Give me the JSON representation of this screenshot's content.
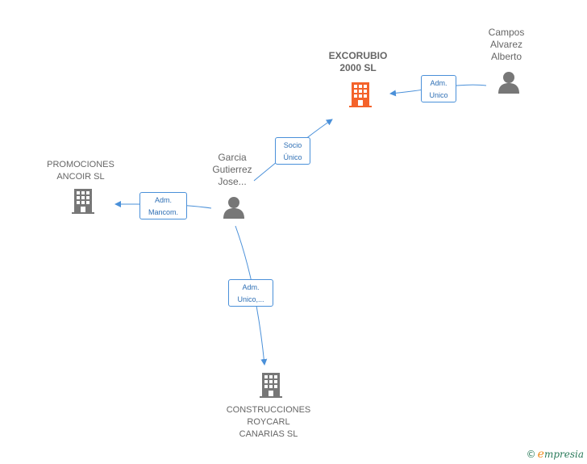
{
  "nodes": {
    "excorubio": {
      "line1": "EXCORUBIO",
      "line2": "2000  SL",
      "color": "#f4622a"
    },
    "campos": {
      "line1": "Campos",
      "line2": "Alvarez",
      "line3": "Alberto"
    },
    "garcia": {
      "line1": "Garcia",
      "line2": "Gutierrez",
      "line3": "Jose..."
    },
    "promociones": {
      "line1": "PROMOCIONES",
      "line2": "ANCOIR SL"
    },
    "construcciones": {
      "line1": "CONSTRUCCIONES",
      "line2": "ROYCARL",
      "line3": "CANARIAS SL"
    }
  },
  "edges": {
    "campos_excorubio": {
      "line1": "Adm.",
      "line2": "Unico"
    },
    "garcia_excorubio": {
      "line1": "Socio",
      "line2": "Único"
    },
    "garcia_promociones": {
      "line1": "Adm.",
      "line2": "Mancom."
    },
    "garcia_construcciones": {
      "line1": "Adm.",
      "line2": "Unico,..."
    }
  },
  "brand": {
    "copyright": "©",
    "name_initial": "e",
    "name_rest": "mpresia"
  },
  "colors": {
    "edge": "#4a90d9",
    "company": "#777777",
    "focus_company": "#f4622a",
    "person": "#777777"
  }
}
